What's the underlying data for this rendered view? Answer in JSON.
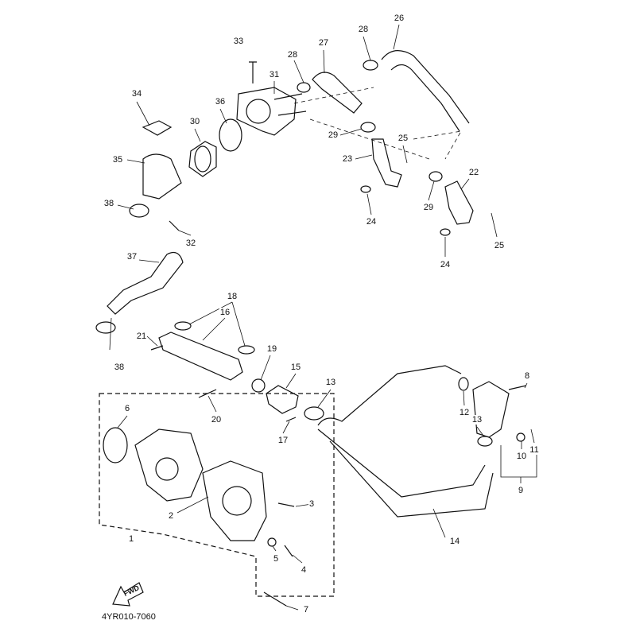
{
  "diagram": {
    "part_code": "4YR010-7060",
    "direction_label": "FWD",
    "callouts": [
      "33",
      "28",
      "27",
      "28",
      "26",
      "34",
      "31",
      "36",
      "30",
      "35",
      "29",
      "25",
      "23",
      "22",
      "38",
      "32",
      "29",
      "24",
      "25",
      "24",
      "37",
      "18",
      "16",
      "21",
      "19",
      "15",
      "13",
      "8",
      "6",
      "20",
      "17",
      "12",
      "13",
      "11",
      "10",
      "9",
      "3",
      "2",
      "1",
      "14",
      "5",
      "4",
      "7",
      "38"
    ]
  }
}
